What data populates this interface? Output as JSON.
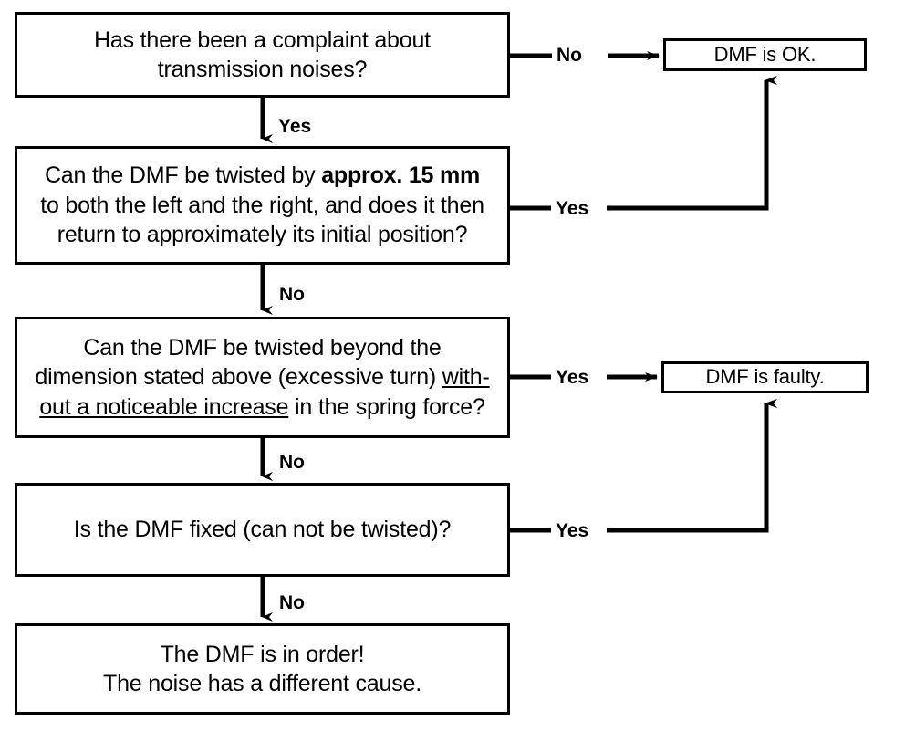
{
  "diagram": {
    "title": "DMF diagnosis flowchart",
    "colors": {
      "background": "#ffffff",
      "stroke": "#000000",
      "text": "#000000"
    },
    "nodes": {
      "q1": {
        "id": "q1",
        "kind": "decision",
        "lines": [
          "Has there been a complaint about",
          "transmission noises?"
        ]
      },
      "q2": {
        "id": "q2",
        "kind": "decision",
        "lines": [
          "Can the DMF be twisted by ",
          "to both the left and the right, and does it then",
          "return to approximately its initial position?"
        ],
        "bold_fragment": "approx. 15 mm"
      },
      "q3": {
        "id": "q3",
        "kind": "decision",
        "lines": [
          "Can the DMF be twisted beyond the",
          "dimension stated above (excessive turn) ",
          " in the spring force?"
        ],
        "underline_fragment_1": "with-",
        "underline_fragment_2": "out a noticeable increase"
      },
      "q4": {
        "id": "q4",
        "kind": "decision",
        "lines": [
          "Is the DMF fixed (can not be twisted)?"
        ]
      },
      "r_ok": {
        "id": "r_ok",
        "kind": "terminal",
        "lines": [
          "DMF is OK."
        ]
      },
      "r_faulty": {
        "id": "r_faulty",
        "kind": "terminal",
        "lines": [
          "DMF is faulty."
        ]
      },
      "r_order": {
        "id": "r_order",
        "kind": "terminal",
        "lines": [
          "The DMF is in order!",
          "The noise has a different cause."
        ]
      }
    },
    "edges": [
      {
        "id": "e1",
        "from": "q1",
        "to": "r_ok",
        "label": "No",
        "direction": "right"
      },
      {
        "id": "e2",
        "from": "q1",
        "to": "q2",
        "label": "Yes",
        "direction": "down"
      },
      {
        "id": "e3",
        "from": "q2",
        "to": "r_ok",
        "label": "Yes",
        "direction": "right-up"
      },
      {
        "id": "e4",
        "from": "q2",
        "to": "q3",
        "label": "No",
        "direction": "down"
      },
      {
        "id": "e5",
        "from": "q3",
        "to": "r_faulty",
        "label": "Yes",
        "direction": "right"
      },
      {
        "id": "e6",
        "from": "q3",
        "to": "q4",
        "label": "No",
        "direction": "down"
      },
      {
        "id": "e7",
        "from": "q4",
        "to": "r_faulty",
        "label": "Yes",
        "direction": "right-up"
      },
      {
        "id": "e8",
        "from": "q4",
        "to": "r_order",
        "label": "No",
        "direction": "down"
      }
    ]
  }
}
